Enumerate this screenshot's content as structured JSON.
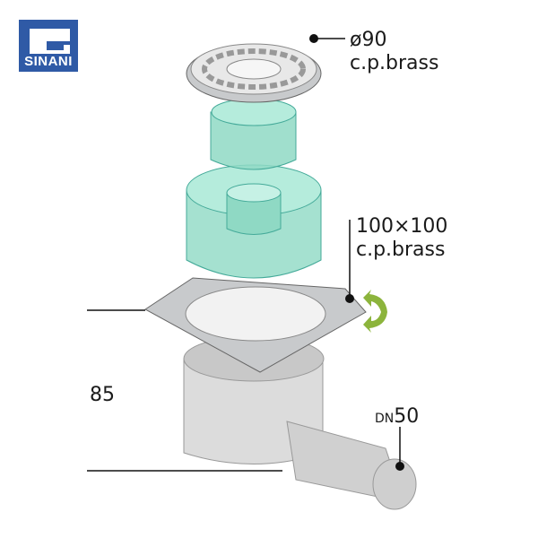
{
  "brand": {
    "name": "SINANI",
    "color": "#2f5aa6"
  },
  "labels": {
    "grate_size": "ø90",
    "grate_material": "c.p.brass",
    "frame_size": "100×100",
    "frame_material": "c.p.brass",
    "height": "85",
    "outlet_prefix": "DN",
    "outlet_size": "50"
  },
  "colors": {
    "accent_green": "#8cb43c",
    "glass": "#8fd9c4",
    "metal": "#c8cacc"
  }
}
